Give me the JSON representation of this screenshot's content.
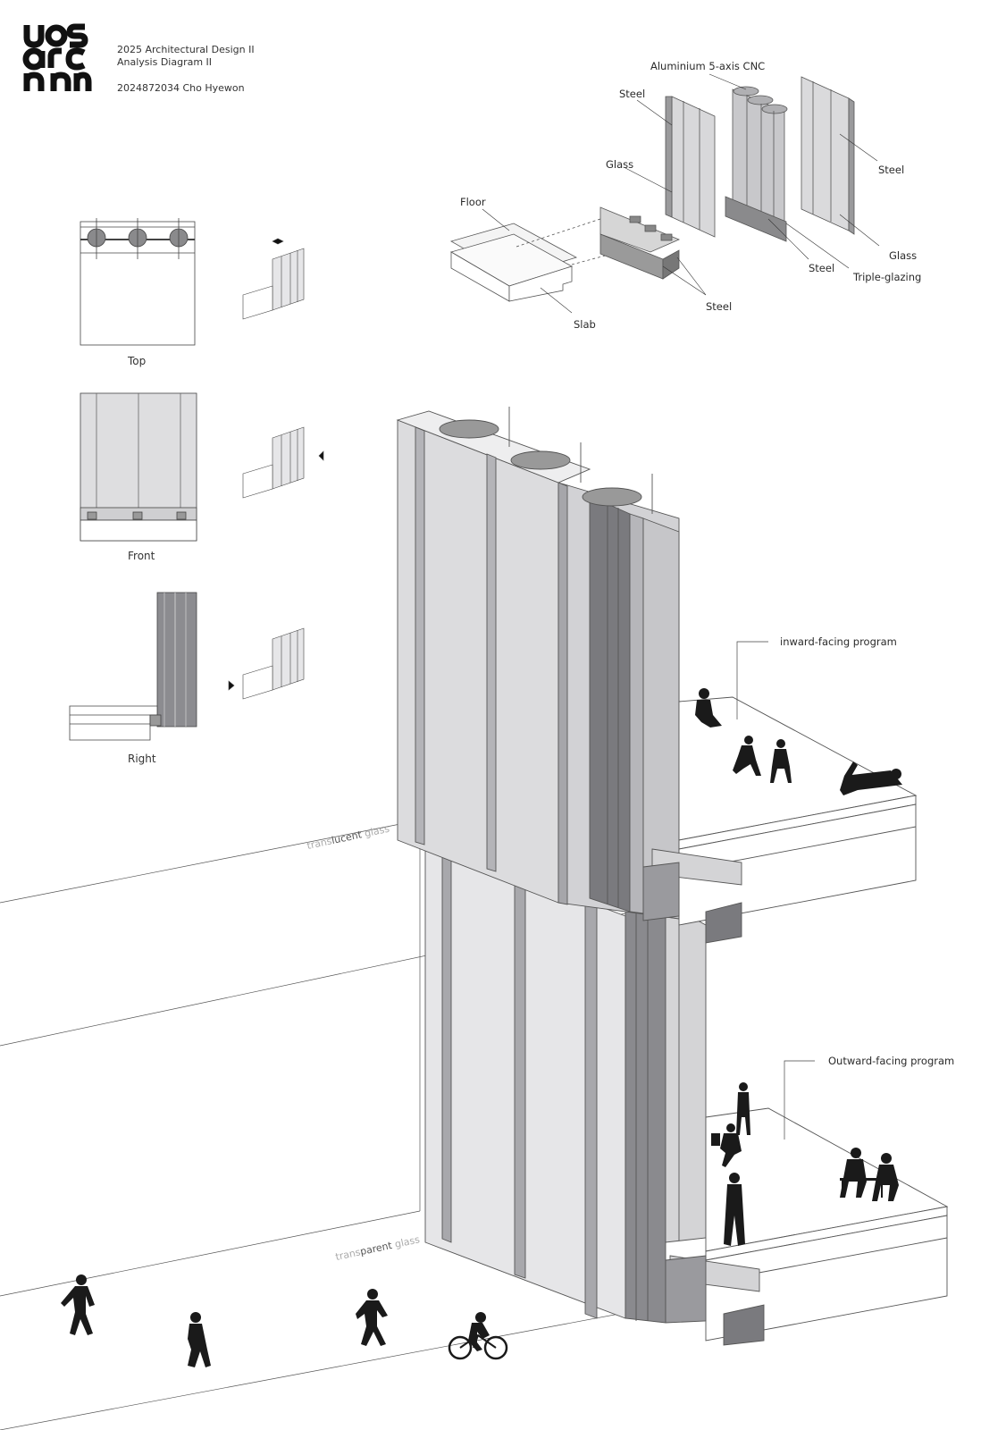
{
  "header": {
    "logo_text": "uos arch",
    "course": "2025 Architectural Design II",
    "sheet_title": "Analysis Diagram II",
    "author": "2024872034 Cho Hyewon"
  },
  "exploded_components": {
    "aluminium": "Aluminium 5-axis CNC",
    "steel_top": "Steel",
    "glass_left": "Glass",
    "steel_right": "Steel",
    "glass_right": "Glass",
    "steel_bottom": "Steel",
    "triple_glazing": "Triple-glazing",
    "steel_connector": "Steel",
    "floor": "Floor",
    "slab": "Slab"
  },
  "views": {
    "top": "Top",
    "front": "Front",
    "right": "Right"
  },
  "glass_labels": {
    "translucent_a": "trans",
    "translucent_b": "lucent",
    "translucent_c": " glass",
    "transparent_a": "trans",
    "transparent_b": "parent",
    "transparent_c": " glass"
  },
  "programs": {
    "inward": "inward-facing program",
    "outward": "Outward-facing program"
  },
  "colors": {
    "panel_light": "#dcdcde",
    "panel_mid": "#c4c4c7",
    "panel_dark": "#8e8e92",
    "silhouette": "#1a1a1a",
    "line": "#555555"
  }
}
